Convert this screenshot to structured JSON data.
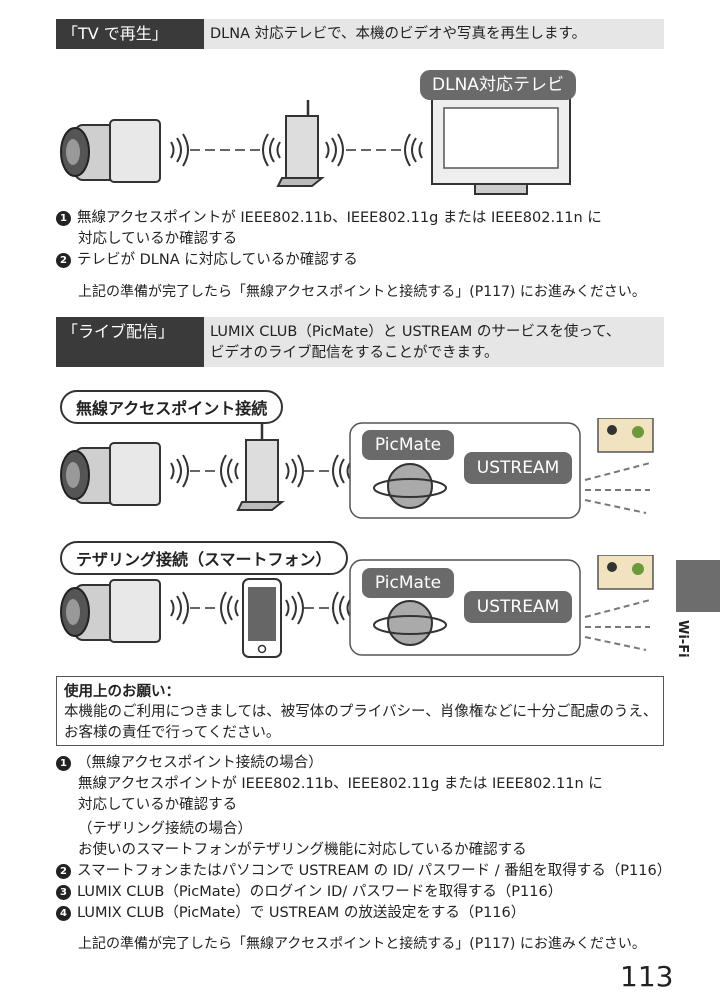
{
  "section1": {
    "label": "「TV で再生」",
    "desc": "DLNA 対応テレビで、本機のビデオや写真を再生します。",
    "tv_tag": "DLNA対応テレビ",
    "steps": [
      {
        "num": "1",
        "line1": "無線アクセスポイントが IEEE802.11b、IEEE802.11g または IEEE802.11n に",
        "line2": "対応しているか確認する"
      },
      {
        "num": "2",
        "line1": "テレビが DLNA に対応しているか確認する"
      }
    ],
    "proceed": "上記の準備が完了したら「無線アクセスポイントと接続する」(P117) にお進みください。"
  },
  "section2": {
    "label": "「ライブ配信」",
    "desc_line1": "LUMIX CLUB（PicMate）と USTREAM のサービスを使って、",
    "desc_line2": "ビデオのライブ配信をすることができます。",
    "pill1": "無線アクセスポイント接続",
    "pill2": "テザリング接続（スマートフォン）",
    "picmate": "PicMate",
    "ustream": "USTREAM"
  },
  "notice": {
    "title": "使用上のお願い：",
    "line1": "本機能のご利用につきましては、被写体のプライバシー、肖像権などに十分ご配慮のうえ、",
    "line2": "お客様の責任で行ってください。"
  },
  "steps2": {
    "s1_num": "1",
    "s1_case1": "（無線アクセスポイント接続の場合）",
    "s1_line1": "無線アクセスポイントが IEEE802.11b、IEEE802.11g または IEEE802.11n に",
    "s1_line2": "対応しているか確認する",
    "s1_case2": "（テザリング接続の場合）",
    "s1_line3": "お使いのスマートフォンがテザリング機能に対応しているか確認する",
    "s2_num": "2",
    "s2": "スマートフォンまたはパソコンで USTREAM の ID/ パスワード / 番組を取得する（P116）",
    "s3_num": "3",
    "s3": "LUMIX CLUB（PicMate）のログイン ID/ パスワードを取得する（P116）",
    "s4_num": "4",
    "s4": "LUMIX CLUB（PicMate）で USTREAM の放送設定をする（P116）",
    "proceed": "上記の準備が完了したら「無線アクセスポイントと接続する」(P117) にお進みください。"
  },
  "side_tab": "Wi-Fi",
  "page_number": "113"
}
